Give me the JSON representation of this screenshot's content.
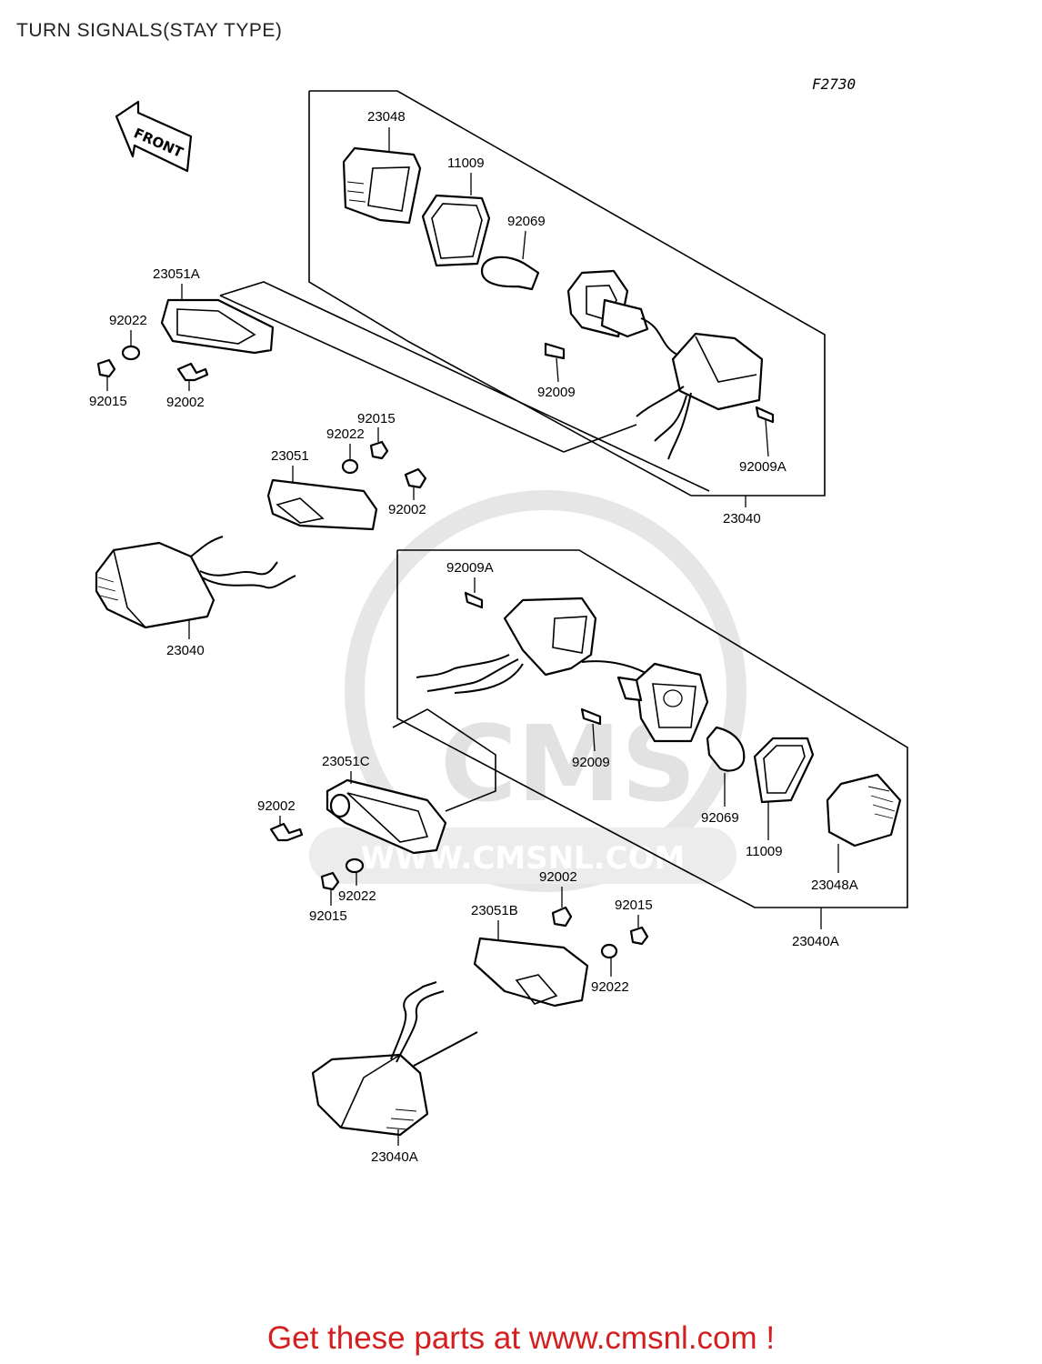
{
  "title": "TURN SIGNALS(STAY TYPE)",
  "figure_code": "F2730",
  "front_label": "FRONT",
  "watermark": {
    "logo_text": "CMS",
    "url_text": "WWW.CMSNL.COM"
  },
  "footer_text": "Get these parts at www.cmsnl.com !",
  "colors": {
    "footer": "#d31f1f",
    "line": "#000000",
    "watermark": "#e2e2e2"
  },
  "parts": {
    "p23048": "23048",
    "p11009_top": "11009",
    "p92069_top": "92069",
    "p23051A": "23051A",
    "p92022_tl": "92022",
    "p92015_tl": "92015",
    "p92002_tl": "92002",
    "p92009_top": "92009",
    "p92009A_top": "92009A",
    "p23040_top": "23040",
    "p92015_mid": "92015",
    "p92022_mid": "92022",
    "p23051": "23051",
    "p92002_mid": "92002",
    "p23040_left": "23040",
    "p92009A_mid": "92009A",
    "p23051C": "23051C",
    "p92009_mid": "92009",
    "p92069_mid": "92069",
    "p11009_mid": "11009",
    "p23048A": "23048A",
    "p92002_l2": "92002",
    "p92022_l2": "92022",
    "p92015_l2": "92015",
    "p23040A_box": "23040A",
    "p92002_b": "92002",
    "p92015_b": "92015",
    "p23051B": "23051B",
    "p92022_b": "92022",
    "p23040A_bottom": "23040A"
  }
}
